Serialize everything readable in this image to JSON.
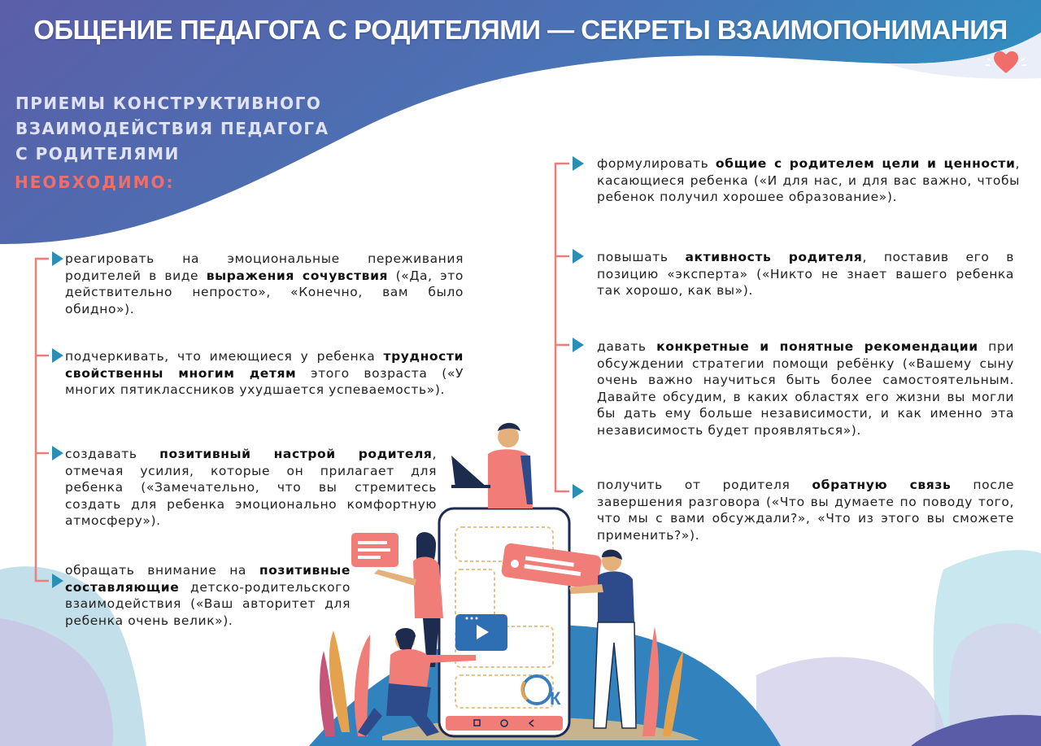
{
  "header": {
    "title": "ОБЩЕНИЕ ПЕДАГОГА С РОДИТЕЛЯМИ — СЕКРЕТЫ ВЗАИМОПОНИМАНИЯ"
  },
  "section": {
    "subtitle_lines": [
      "ПРИЕМЫ КОНСТРУКТИВНОГО",
      "ВЗАИМОДЕЙСТВИЯ ПЕДАГОГА",
      "С РОДИТЕЛЯМИ"
    ],
    "need_label": "НЕОБХОДИМО:"
  },
  "left_items": [
    {
      "before": "реагировать на эмоциональные переживания родителей в виде ",
      "bold": "выражения сочувствия",
      "after": " («Да, это действительно непросто», «Конечно, вам было обидно»)."
    },
    {
      "before": "подчеркивать, что имеющиеся у ребенка ",
      "bold": "трудности свойственны многим детям",
      "after": " этого возраста («У многих пятиклассников ухудшается успеваемость»)."
    },
    {
      "before": "создавать  ",
      "bold": "позитивный настрой родителя",
      "after": ", отмечая усилия, которые он прилагает для ребенка («Замечательно, что вы стремитесь создать для ребенка эмоционально комфортную атмосферу»)."
    },
    {
      "before": "обращать внимание на ",
      "bold": "позитивные составляющие",
      "after": " детско-родительского взаимодействия («Ваш авторитет для ребенка очень велик»)."
    }
  ],
  "right_items": [
    {
      "before": "формулировать ",
      "bold": "общие с родителем цели и ценности",
      "after": ", касающиеся ребенка («И для нас, и для вас важно, чтобы ребенок получил хорошее образование»)."
    },
    {
      "before": "повышать ",
      "bold": "активность родителя",
      "after": ", поставив его в позицию «эксперта» («Никто не знает вашего ребенка так хорошо, как вы»)."
    },
    {
      "before": "давать ",
      "bold": "конкретные и понятные рекомендации",
      "after": " при обсуждении стратегии помощи ребёнку («Вашему сыну очень важно научиться быть более самостоятельным. Давайте обсудим, в каких областях его жизни вы могли бы дать ему больше независимости,  и как именно эта независимость будет проявляться»)."
    },
    {
      "before": "получить от родителя ",
      "bold": "обратную связь",
      "after": " после завершения разговора («Что вы думаете по поводу того, что мы с вами обсуждали?», «Что из этого вы сможете применить?»)."
    }
  ],
  "colors": {
    "header_blue": "#3c7fb8",
    "header_purple": "#5a5fa8",
    "accent_coral": "#f06e6a",
    "connector": "#f07d78",
    "arrow": "#2a8fb5"
  },
  "icons": {
    "header_icon": "heart-in-hand-icon"
  }
}
